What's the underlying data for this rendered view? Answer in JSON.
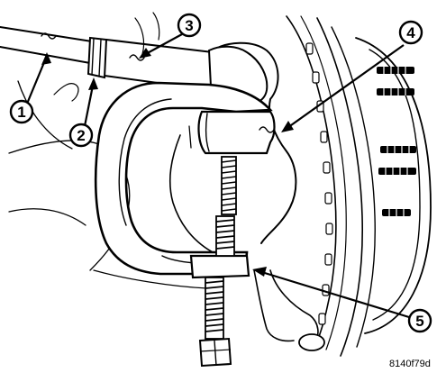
{
  "diagram": {
    "figure_code": "8140f79d",
    "callouts": [
      {
        "number": "1"
      },
      {
        "number": "2"
      },
      {
        "number": "3"
      },
      {
        "number": "4"
      },
      {
        "number": "5"
      }
    ]
  }
}
